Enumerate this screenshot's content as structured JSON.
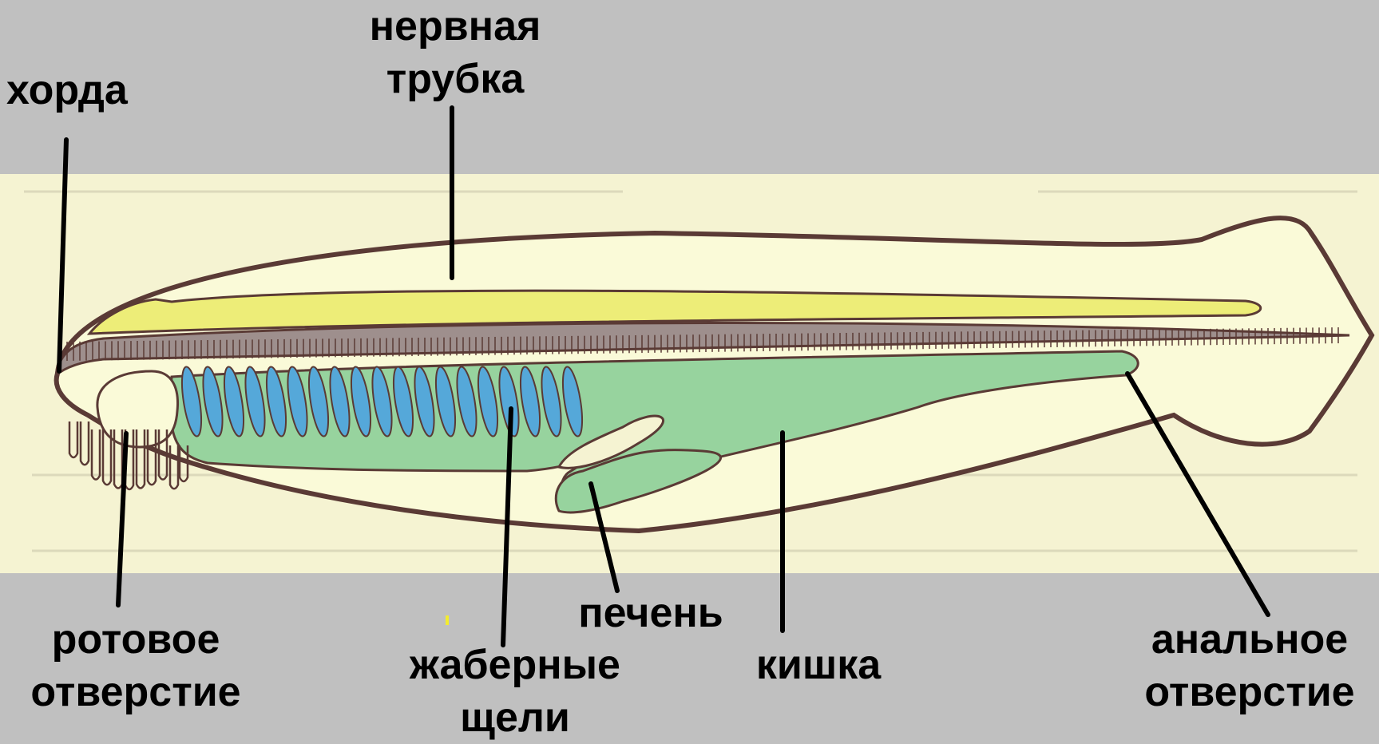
{
  "diagram": {
    "labels": {
      "chorda": {
        "lines": [
          "хорда"
        ]
      },
      "neural_tube": {
        "lines": [
          "нервная",
          "трубка"
        ]
      },
      "mouth": {
        "lines": [
          "ротовое",
          "отверстие"
        ]
      },
      "gill_slits": {
        "lines": [
          "жаберные",
          "щели"
        ]
      },
      "liver": {
        "lines": [
          "печень"
        ]
      },
      "intestine": {
        "lines": [
          "кишка"
        ]
      },
      "anus": {
        "lines": [
          "анальное",
          "отверстие"
        ]
      }
    },
    "colors": {
      "background": "#c0c0c0",
      "panel": "#f5f3d2",
      "outline": "#5a3a35",
      "neural_tube": "#eded78",
      "gut": "#97d39e",
      "gill_slit": "#55a8d9",
      "label": "#000000"
    }
  }
}
